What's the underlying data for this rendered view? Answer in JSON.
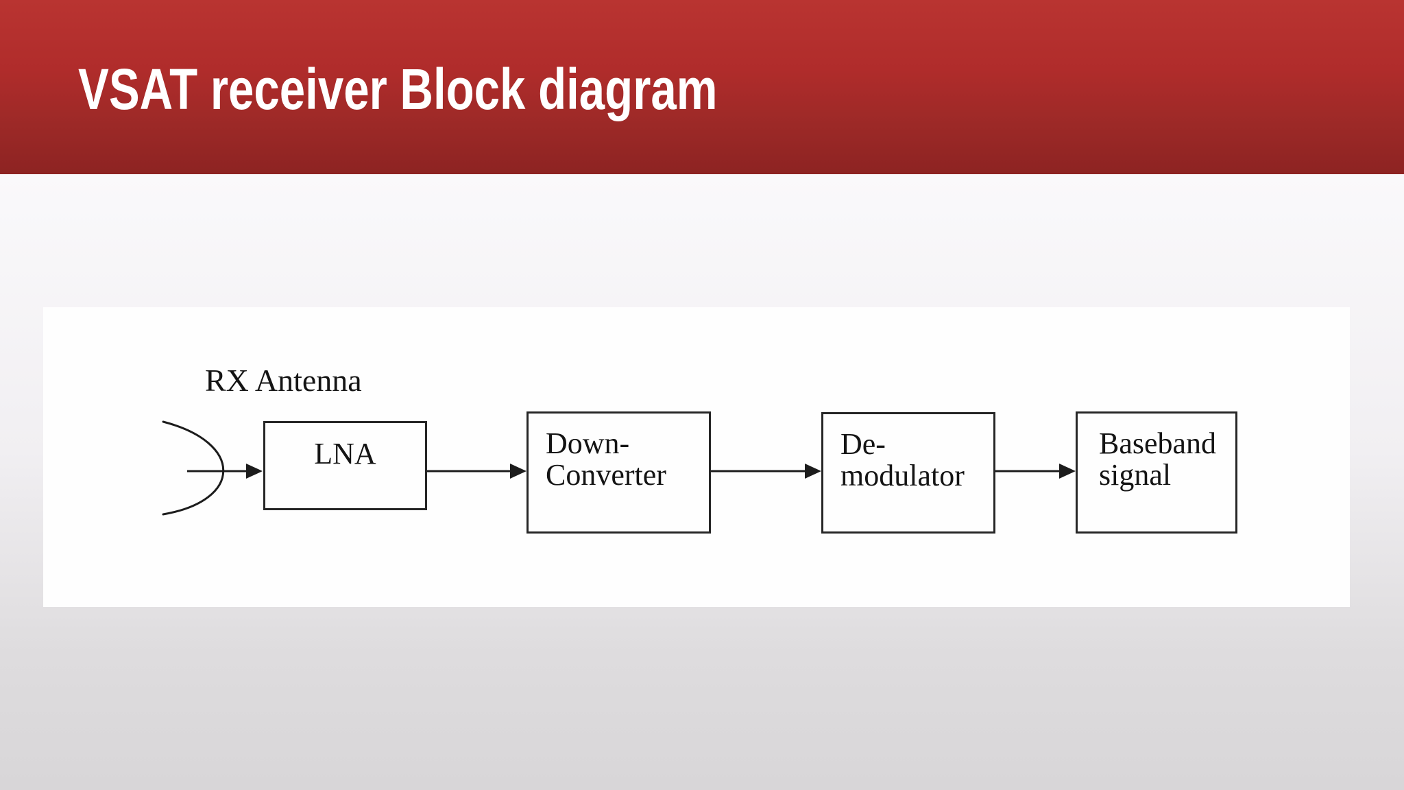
{
  "slide": {
    "title": "VSAT receiver Block diagram"
  },
  "colors": {
    "banner_top": "#b93431",
    "banner_bottom": "#8d2322",
    "title_text": "#ffffff",
    "page_bg_top": "#faf9fb",
    "page_bg_bottom": "#d8d6d8",
    "panel_bg": "#fefefe",
    "diagram_ink": "#1c1c1c"
  },
  "diagram": {
    "antenna_label": "RX Antenna",
    "antenna_icon": "parabolic-antenna-icon",
    "blocks": [
      {
        "id": "lna",
        "lines": [
          "LNA"
        ]
      },
      {
        "id": "down-converter",
        "lines": [
          "Down-",
          "Converter"
        ]
      },
      {
        "id": "demodulator",
        "lines": [
          "De-",
          "modulator"
        ]
      },
      {
        "id": "baseband-signal",
        "lines": [
          "Baseband",
          "signal"
        ]
      }
    ],
    "flow_order": [
      "RX Antenna",
      "LNA",
      "Down-Converter",
      "De-modulator",
      "Baseband signal"
    ]
  }
}
